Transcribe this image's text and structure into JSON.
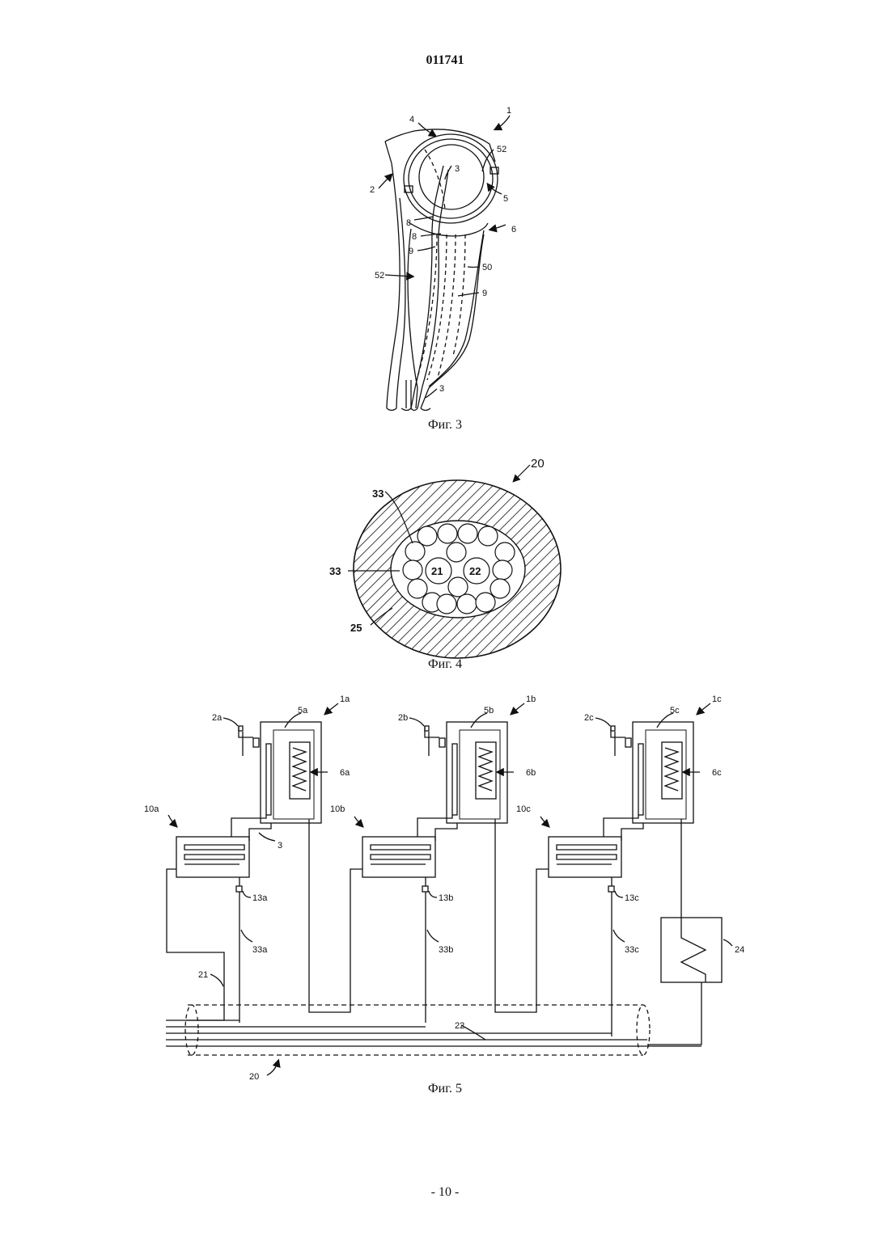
{
  "header": {
    "doc_number": "011741"
  },
  "footer": {
    "page": "- 10 -"
  },
  "figures": {
    "fig3": {
      "caption": "Фиг. 3",
      "labels": {
        "l1": "1",
        "l4": "4",
        "l52a": "52",
        "l3a": "3",
        "l2": "2",
        "l5": "5",
        "l8a": "8",
        "l6": "6",
        "l8b": "8",
        "l9a": "9",
        "l50": "50",
        "l52b": "52",
        "l9b": "9",
        "l3b": "3"
      }
    },
    "fig4": {
      "caption": "Фиг. 4",
      "labels": {
        "l20": "20",
        "l33a": "33",
        "l33b": "33",
        "l21": "21",
        "l22": "22",
        "l25": "25"
      }
    },
    "fig5": {
      "caption": "Фиг. 5",
      "labels": {
        "l1a": "1a",
        "l1b": "1b",
        "l1c": "1c",
        "l2a": "2a",
        "l2b": "2b",
        "l2c": "2c",
        "l5a": "5a",
        "l5b": "5b",
        "l5c": "5c",
        "l6a": "6a",
        "l6b": "6b",
        "l6c": "6c",
        "l10a": "10a",
        "l10b": "10b",
        "l10c": "10c",
        "l3": "3",
        "l13a": "13a",
        "l13b": "13b",
        "l13c": "13c",
        "l33a": "33a",
        "l33b": "33b",
        "l33c": "33c",
        "l21": "21",
        "l22": "22",
        "l24": "24",
        "l20": "20"
      }
    }
  }
}
